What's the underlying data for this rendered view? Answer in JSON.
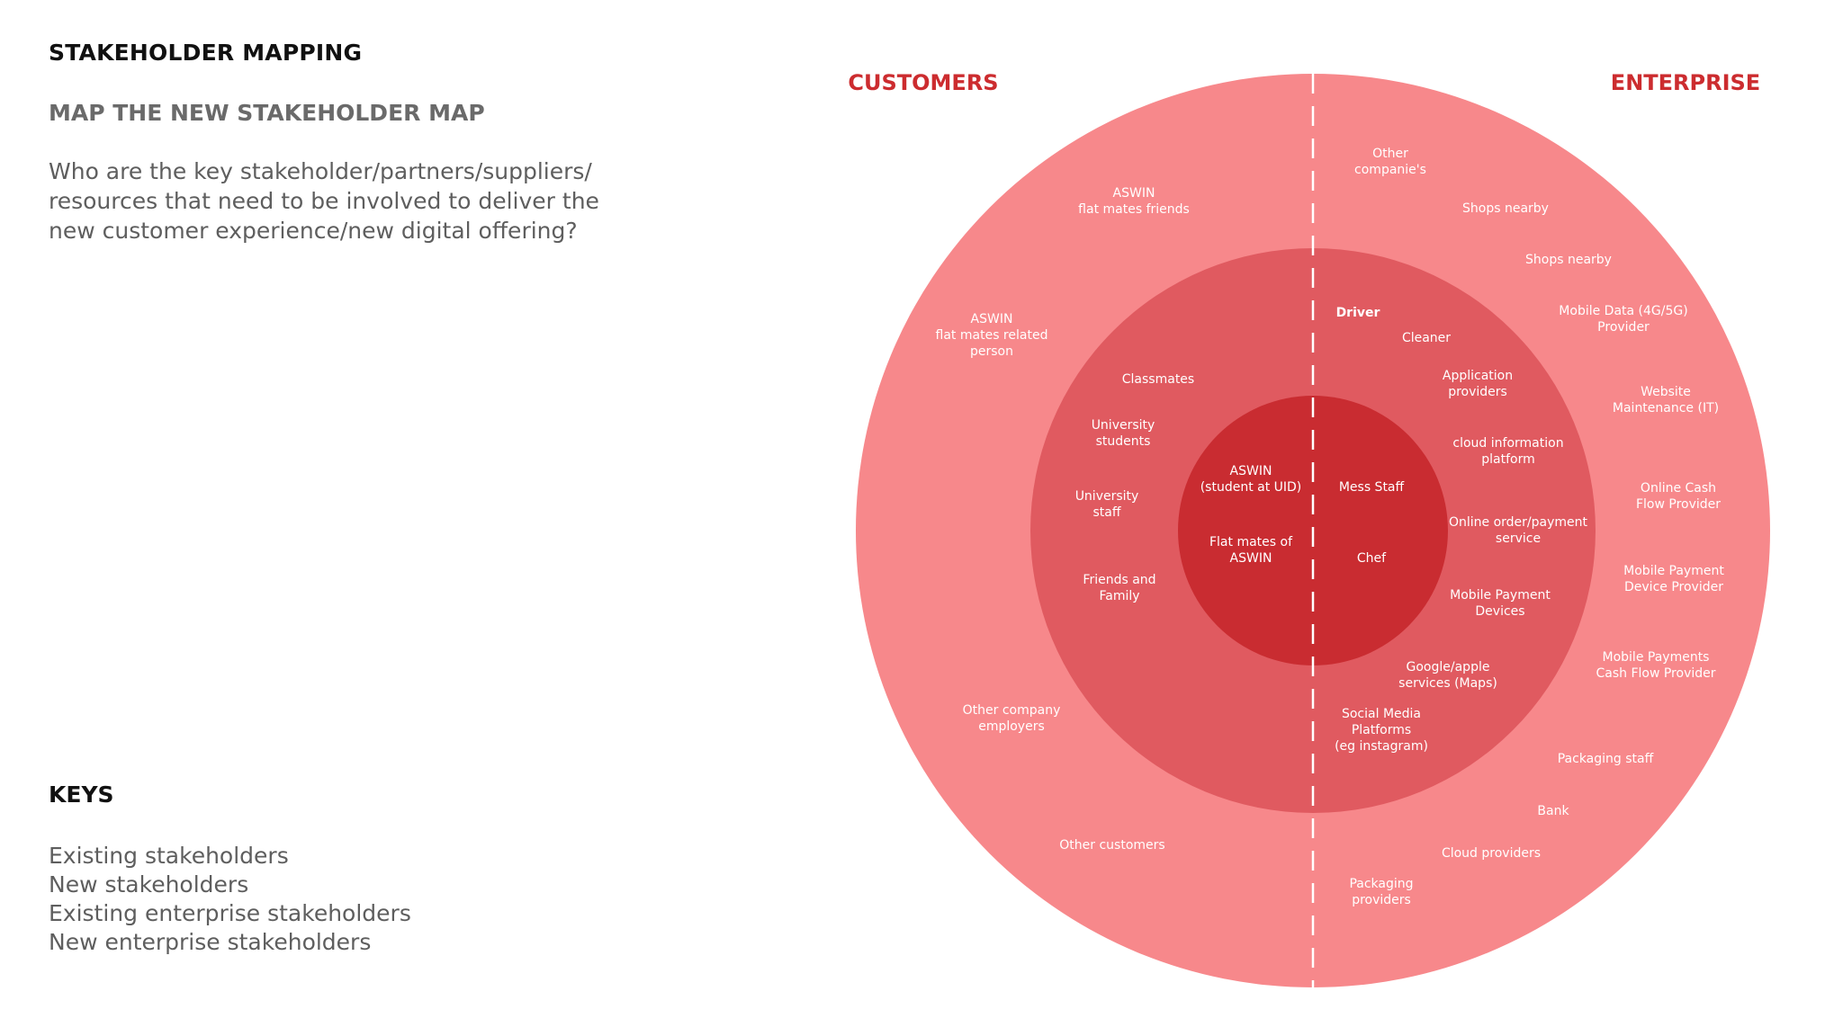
{
  "header": {
    "title": "STAKEHOLDER MAPPING",
    "subtitle": "MAP THE NEW STAKEHOLDER MAP",
    "question_lines": [
      "Who are the key stakeholder/partners/suppliers/",
      "resources that need to be involved to deliver the",
      "new customer experience/new digital offering?"
    ]
  },
  "keys": {
    "title": "KEYS",
    "items": [
      "Existing stakeholders",
      "New stakeholders",
      "Existing enterprise stakeholders",
      "New enterprise stakeholders"
    ]
  },
  "map": {
    "colors": {
      "outer_ring": "#f7888b",
      "middle_ring": "#e05a60",
      "inner_core": "#c92c31",
      "title_accent": "#cc2c2f",
      "divider": "#ffffff",
      "label_text": "#ffffff"
    },
    "side_titles": {
      "customers": "CUSTOMERS",
      "enterprise": "ENTERPRISE"
    },
    "customers": {
      "core": [
        {
          "lines": [
            "ASWIN",
            "(student at UID)"
          ]
        },
        {
          "lines": [
            "Flat mates of",
            "ASWIN"
          ]
        }
      ],
      "middle": [
        {
          "lines": [
            "Classmates"
          ]
        },
        {
          "lines": [
            "University",
            "students"
          ]
        },
        {
          "lines": [
            "University",
            "staff"
          ]
        },
        {
          "lines": [
            "Friends and",
            "Family"
          ]
        }
      ],
      "outer": [
        {
          "lines": [
            "ASWIN",
            "flat mates friends"
          ]
        },
        {
          "lines": [
            "ASWIN",
            "flat mates related",
            "person"
          ]
        },
        {
          "lines": [
            "Other company",
            "employers"
          ]
        },
        {
          "lines": [
            "Other customers"
          ]
        }
      ]
    },
    "enterprise": {
      "core": [
        {
          "lines": [
            "Mess Staff"
          ]
        },
        {
          "lines": [
            "Chef"
          ]
        }
      ],
      "middle": [
        {
          "lines": [
            "Driver"
          ]
        },
        {
          "lines": [
            "Cleaner"
          ]
        },
        {
          "lines": [
            "Application",
            "providers"
          ]
        },
        {
          "lines": [
            "cloud information",
            "platform"
          ]
        },
        {
          "lines": [
            "Online order/payment",
            "service"
          ]
        },
        {
          "lines": [
            "Mobile Payment",
            "Devices"
          ]
        },
        {
          "lines": [
            "Google/apple",
            "services (Maps)"
          ]
        },
        {
          "lines": [
            "Social Media",
            "Platforms",
            "(eg instagram)"
          ]
        }
      ],
      "outer": [
        {
          "lines": [
            "Other",
            "companie's"
          ]
        },
        {
          "lines": [
            "Shops nearby"
          ]
        },
        {
          "lines": [
            "Shops nearby"
          ]
        },
        {
          "lines": [
            "Mobile Data (4G/5G)",
            "Provider"
          ]
        },
        {
          "lines": [
            "Website",
            "Maintenance (IT)"
          ]
        },
        {
          "lines": [
            "Online Cash",
            "Flow Provider"
          ]
        },
        {
          "lines": [
            "Mobile Payment",
            "Device Provider"
          ]
        },
        {
          "lines": [
            "Mobile Payments",
            "Cash Flow Provider"
          ]
        },
        {
          "lines": [
            "Packaging staff"
          ]
        },
        {
          "lines": [
            "Bank"
          ]
        },
        {
          "lines": [
            "Cloud providers"
          ]
        },
        {
          "lines": [
            "Packaging",
            "providers"
          ]
        }
      ]
    }
  }
}
